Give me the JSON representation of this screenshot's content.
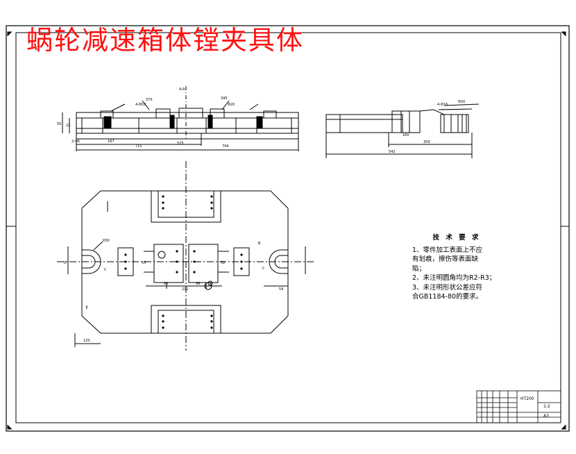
{
  "title": "蜗轮减速箱体镗夹具体",
  "top_view": {
    "dims": [
      "575",
      "715",
      "744",
      "187",
      "55",
      "22",
      "2-Φ6",
      "370",
      "345",
      "4-M12",
      "Φ20"
    ],
    "section_mark": "A-A"
  },
  "side_view": {
    "dims": [
      "542",
      "359",
      "160",
      "4-Φ16",
      "Φ20"
    ]
  },
  "plan_view": {
    "dims": [
      "R50",
      "B",
      "C",
      "C",
      "D",
      "120",
      "212",
      "54",
      "55",
      "52",
      "90",
      "96"
    ]
  },
  "tech_requirements": {
    "heading": "技 术 要 求",
    "lines": [
      "1、零件加工表面上不应",
      "有划痕，擦伤等表面缺",
      "陷；",
      "2、未注明圆角均为R2-R3；",
      "3、未注明形状公差应符",
      "合GB1184-80的要求。"
    ]
  },
  "title_block": {
    "material": "HT200",
    "scale": "1:2",
    "sheet": "A3"
  }
}
